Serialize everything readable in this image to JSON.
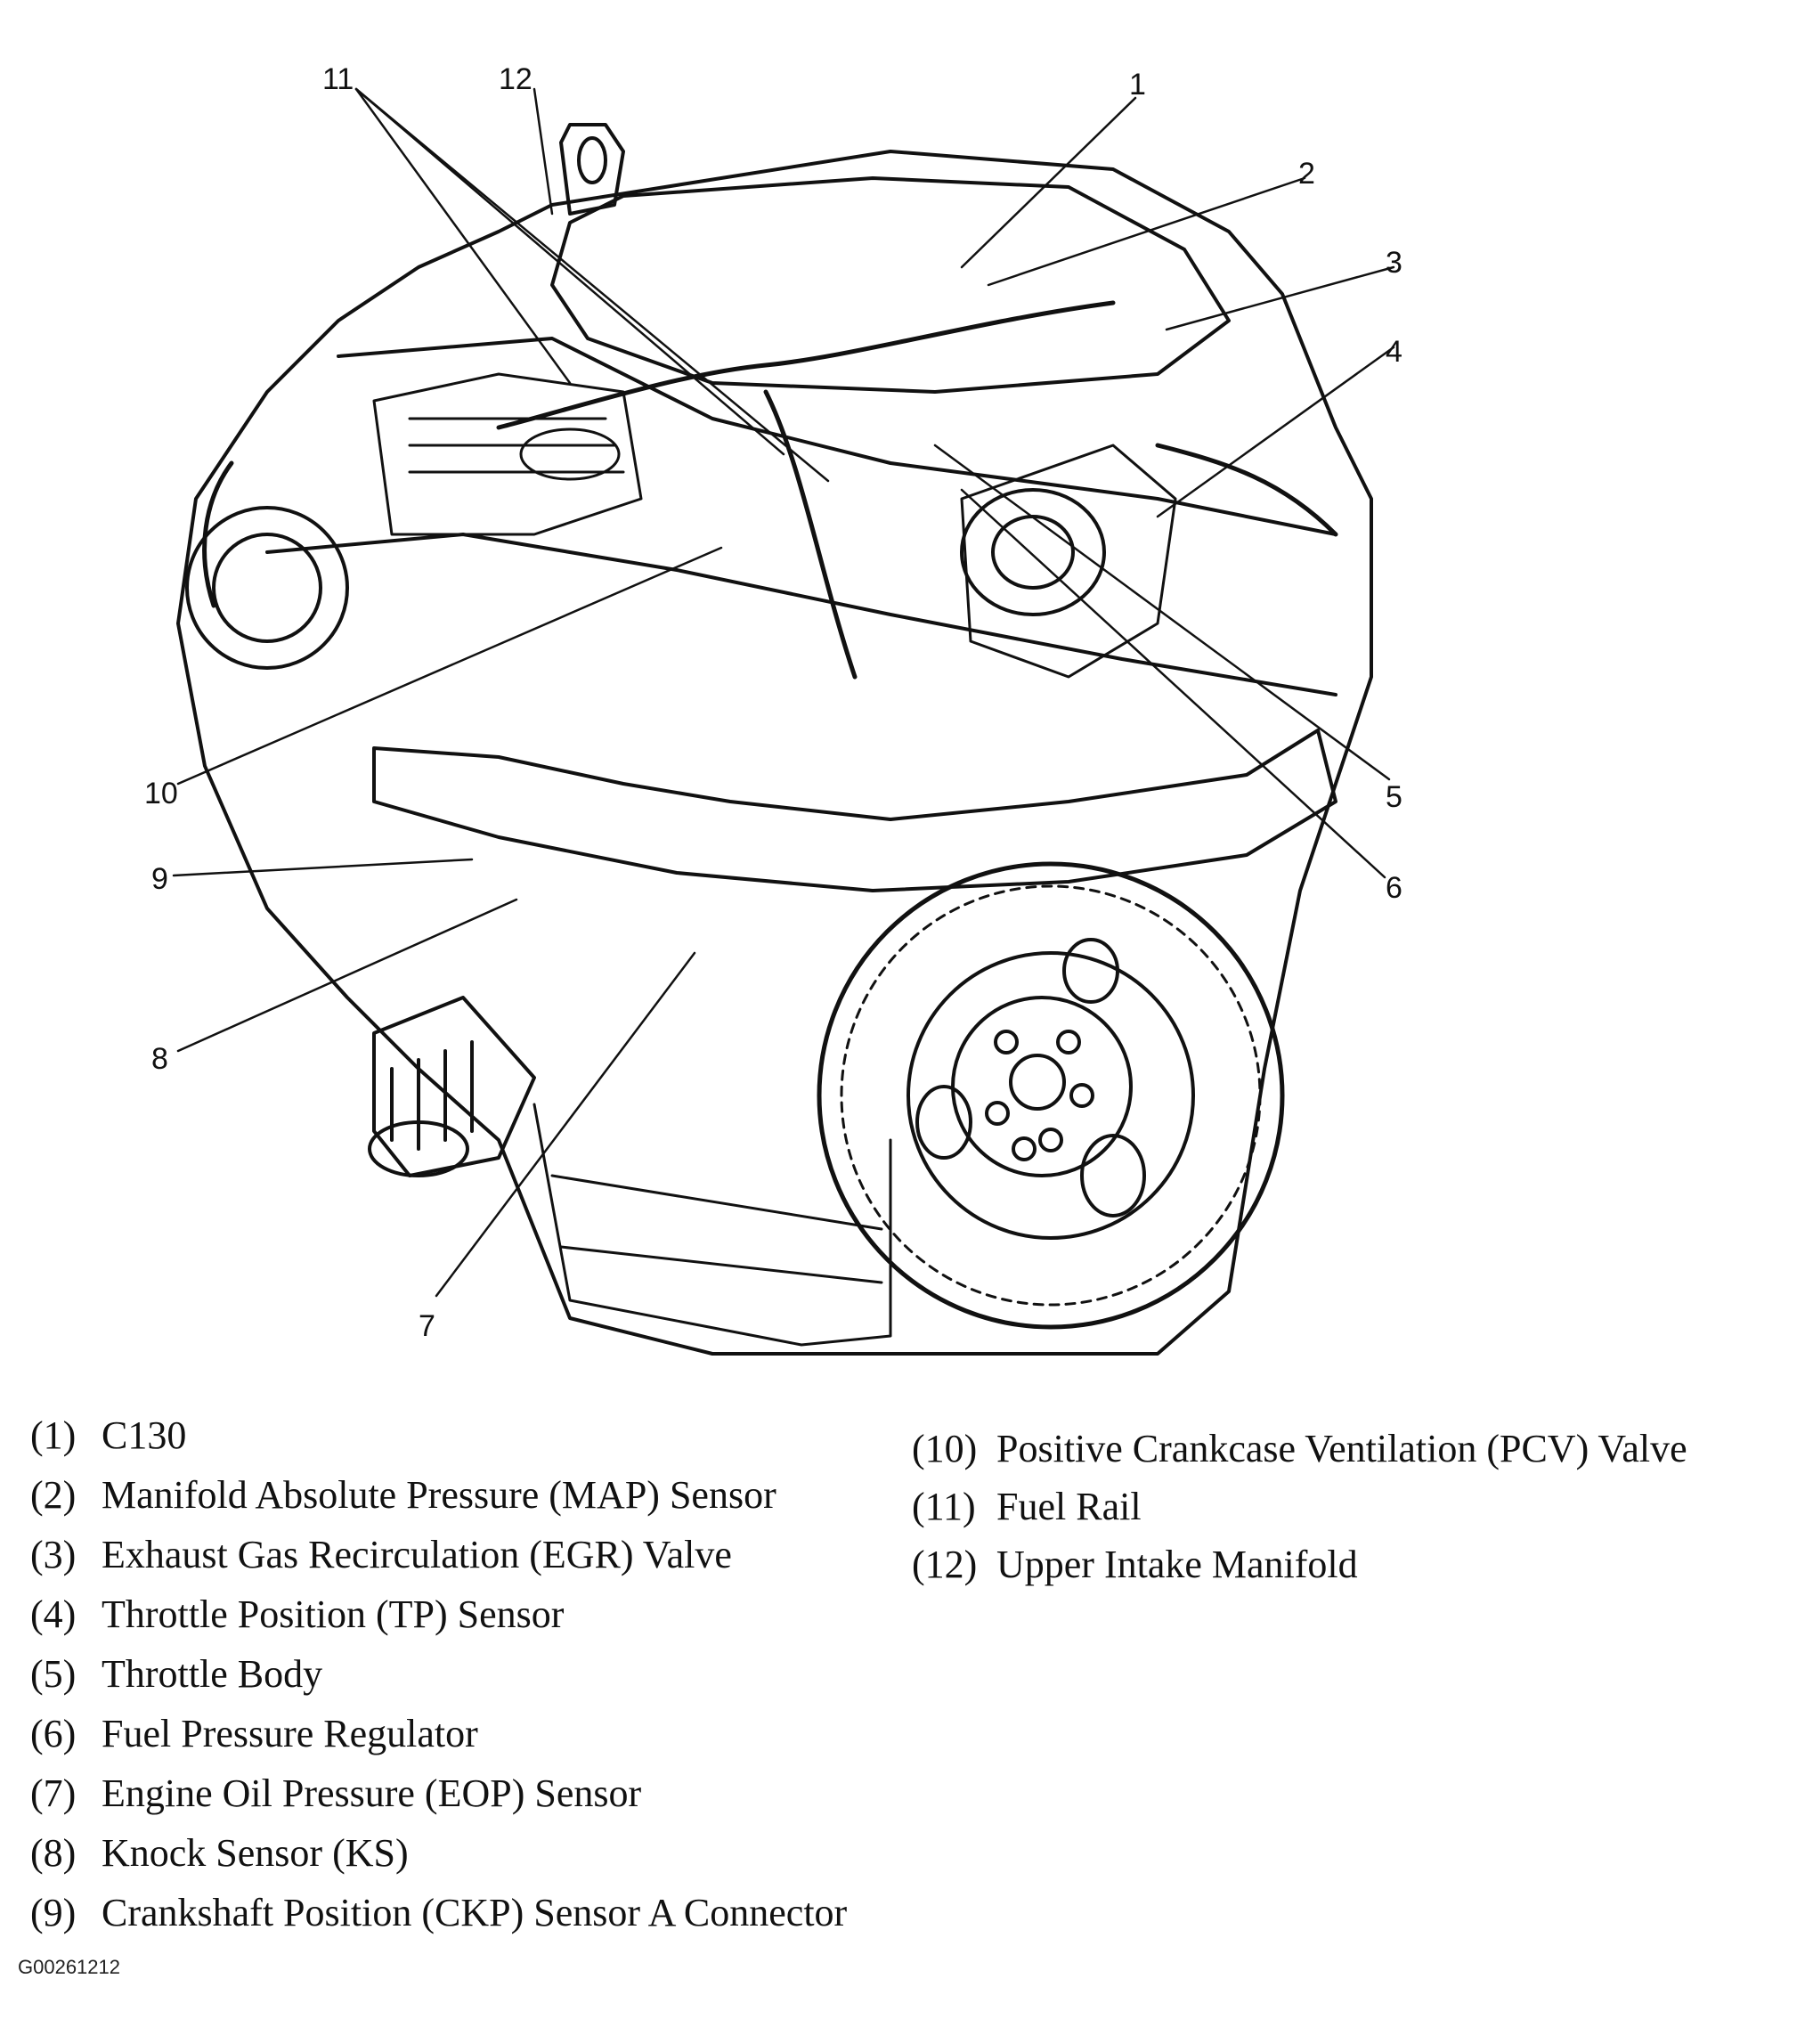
{
  "callouts": [
    "1",
    "2",
    "3",
    "4",
    "5",
    "6",
    "7",
    "8",
    "9",
    "10",
    "11",
    "12"
  ],
  "legend": [
    {
      "num": "(1)",
      "text": "C130"
    },
    {
      "num": "(2)",
      "text": "Manifold Absolute Pressure (MAP) Sensor"
    },
    {
      "num": "(3)",
      "text": "Exhaust Gas Recirculation (EGR) Valve"
    },
    {
      "num": "(4)",
      "text": "Throttle Position (TP) Sensor"
    },
    {
      "num": "(5)",
      "text": "Throttle Body"
    },
    {
      "num": "(6)",
      "text": "Fuel Pressure Regulator"
    },
    {
      "num": "(7)",
      "text": "Engine Oil Pressure (EOP) Sensor"
    },
    {
      "num": "(8)",
      "text": "Knock Sensor (KS)"
    },
    {
      "num": "(9)",
      "text": "Crankshaft Position (CKP) Sensor A Connector"
    },
    {
      "num": "(10)",
      "text": "Positive Crankcase Ventilation (PCV) Valve"
    },
    {
      "num": "(11)",
      "text": "Fuel Rail"
    },
    {
      "num": "(12)",
      "text": "Upper Intake Manifold"
    }
  ],
  "figure_id": "G00261212"
}
